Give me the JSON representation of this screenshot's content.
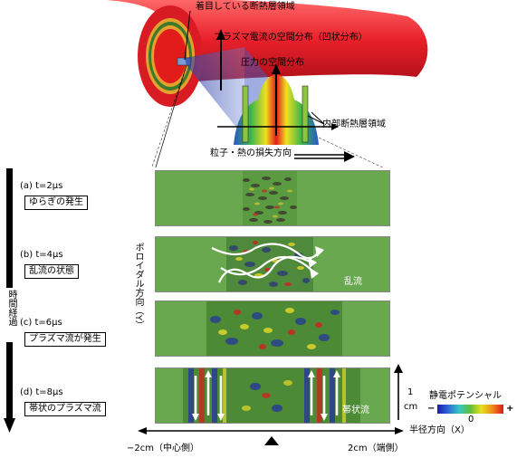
{
  "header": {
    "focus_region": "着目している断熱層領域",
    "plasma_current": "プラズマ電流の空間分布（凹状分布）",
    "pressure": "圧力の空間分布",
    "inner_barrier": "内部断熱層領域",
    "loss_direction": "粒子・熱の損失方向"
  },
  "left_axis": {
    "time_label": "時間経過"
  },
  "stages": [
    {
      "time": "(a) t=2μs",
      "label": "ゆらぎの発生"
    },
    {
      "time": "(b) t=4μs",
      "label": "乱流の状態"
    },
    {
      "time": "(c) t=6μs",
      "label": "プラズマ流が発生"
    },
    {
      "time": "(d) t=8μs",
      "label": "帯状のプラズマ流"
    }
  ],
  "panel_labels": {
    "turbulence": "乱流",
    "zonal_flow": "帯状流"
  },
  "axes": {
    "poloidal": "ポロイダル方向（Y）",
    "radial": "半径方向（X）",
    "left_tick": "−2cm（中心側）",
    "right_tick": "2cm（端側）",
    "scale_value": "1",
    "scale_unit": "cm"
  },
  "colorbar": {
    "title": "静電ポテンシャル",
    "min_label": "−",
    "mid_label": "0",
    "max_label": "+",
    "colors": [
      "#1a1aa6",
      "#2f6bdc",
      "#37c6c0",
      "#5fbf3a",
      "#e8e020",
      "#f08a1a",
      "#d81a1a"
    ]
  },
  "colors": {
    "torus": "#e8202a",
    "panel_bg": "#6aa84f",
    "arrow": "#000000"
  }
}
